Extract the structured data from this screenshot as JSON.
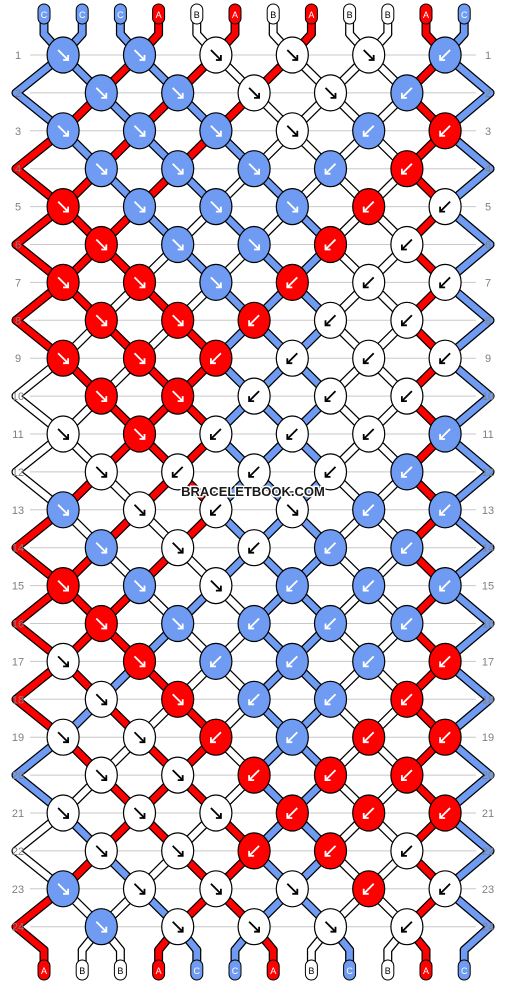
{
  "colors": {
    "C": "#6f9cf2",
    "A": "#ff0000",
    "B": "#ffffff",
    "outline": "#000000",
    "row_line": "#c8c8c8",
    "label": "#808080"
  },
  "string_labels": [
    "C",
    "C",
    "C",
    "A",
    "B",
    "A",
    "B",
    "A",
    "B",
    "B",
    "A",
    "C"
  ],
  "row_numbers": [
    "1",
    "2",
    "3",
    "4",
    "5",
    "6",
    "7",
    "8",
    "9",
    "10",
    "11",
    "12",
    "13",
    "14",
    "15",
    "16",
    "17",
    "18",
    "19",
    "20",
    "21",
    "22",
    "23",
    "24"
  ],
  "watermark": "BRACELETBOOK.COM",
  "knot_rows": [
    "CR CR BR BR BR CL",
    "CR CR BR BR CL",
    "CR CR CR BR CL AL",
    "CR CR CR CL AL",
    "AR CR CR CR AL BL",
    "AR CR CR AL BL",
    "AR AR CR AL BL BL",
    "AR AR AL BL BL",
    "AR AR AL BL BL BL",
    "AR AR BL BL BL",
    "BR AR BL BL BL CL",
    "BR BL BL BL CL",
    "CR BR BL BR CL CL",
    "CR BR BL CL CL",
    "AR CR BR CL CL CL",
    "AR CR CL CL CL",
    "BR AR CL CL CL AL",
    "BR AR CL CL AL",
    "BR BR AL CL AL AL",
    "BR BR AL AL AL",
    "BR BR BR AL AL AL",
    "BR BR AL AL BL",
    "CR BR BR BR AL BL",
    "CR BR BR BR BL"
  ]
}
